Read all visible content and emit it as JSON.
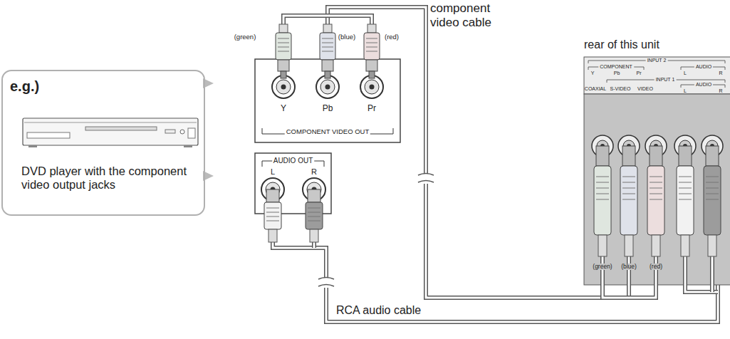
{
  "diagram": {
    "nodes": [
      {
        "text": [
          "e.g.)",
          "DVD player with the component video output jacks"
        ]
      },
      {
        "text": [
          "COMPONENT VIDEO OUT"
        ]
      },
      {
        "text": [
          "AUDIO OUT"
        ]
      },
      {
        "text": [
          "rear of this unit"
        ]
      }
    ],
    "edges": [
      {
        "from": 1,
        "to": 3,
        "arrow": "none",
        "label": "component video cable"
      },
      {
        "from": 2,
        "to": 3,
        "arrow": "none",
        "label": "RCA audio cable"
      }
    ],
    "labels": [
      "(green)",
      "(blue)",
      "(red)",
      "Y",
      "Pb",
      "Pr",
      "L",
      "R",
      "INPUT 2",
      "COMPONENT",
      "Y",
      "Pb",
      "Pr",
      "AUDIO",
      "L",
      "R",
      "INPUT 1",
      "COAXIAL",
      "S-VIDEO",
      "VIDEO",
      "AUDIO",
      "L",
      "R",
      "(green)",
      "(blue)",
      "(red)"
    ]
  }
}
